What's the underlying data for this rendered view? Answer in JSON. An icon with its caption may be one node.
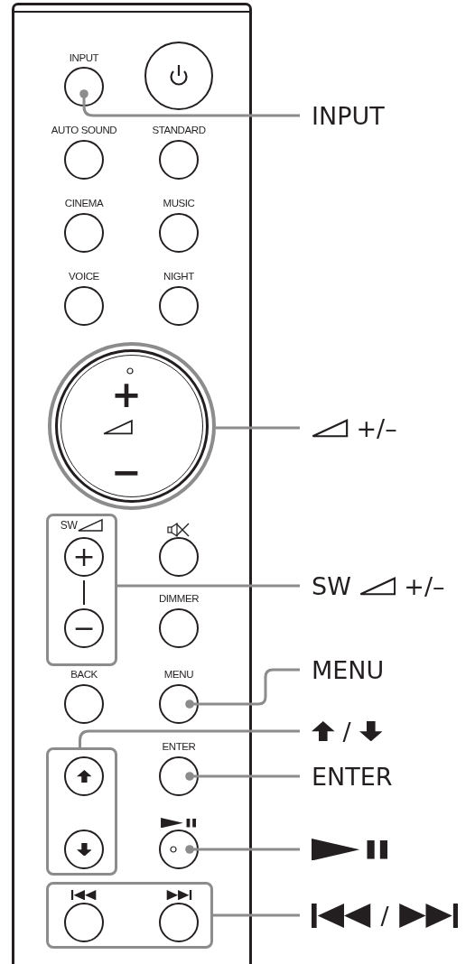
{
  "diagram": {
    "nodes": [
      {
        "text": [],
        "shape": "box"
      },
      {
        "text": [
          "INPUT"
        ],
        "in": 0
      },
      {
        "text": [],
        "shape": "circle",
        "in": 0
      },
      {
        "text": [
          "AUTO SOUND"
        ],
        "in": 0
      },
      {
        "text": [
          "STANDARD"
        ],
        "in": 0
      },
      {
        "text": [
          "CINEMA"
        ],
        "in": 0
      },
      {
        "text": [
          "MUSIC"
        ],
        "in": 0
      },
      {
        "text": [
          "VOICE"
        ],
        "in": 0
      },
      {
        "text": [
          "NIGHT"
        ],
        "in": 0
      },
      {
        "text": [
          "+",
          "−"
        ],
        "in": 0
      },
      {
        "text": [
          "SW"
        ],
        "in": 0
      },
      {
        "text": [
          "+"
        ],
        "in": 10
      },
      {
        "text": [
          "−"
        ],
        "in": 10
      },
      {
        "text": [],
        "shape": "circle",
        "in": 0
      },
      {
        "text": [
          "DIMMER"
        ],
        "in": 0
      },
      {
        "text": [
          "BACK"
        ],
        "in": 0
      },
      {
        "text": [
          "MENU"
        ],
        "in": 0
      },
      {
        "text": [],
        "shape": "box",
        "in": 0
      },
      {
        "text": [],
        "shape": "circle",
        "in": 17
      },
      {
        "text": [],
        "shape": "circle",
        "in": 17
      },
      {
        "text": [
          "ENTER"
        ],
        "in": 0
      },
      {
        "text": [],
        "shape": "circle",
        "in": 0
      },
      {
        "text": [],
        "shape": "box",
        "in": 0
      },
      {
        "text": [],
        "shape": "circle",
        "in": 22
      },
      {
        "text": [],
        "shape": "circle",
        "in": 22
      },
      {
        "text": [
          "INPUT"
        ]
      },
      {
        "text": [
          "+/–"
        ]
      },
      {
        "text": [
          "SW",
          "+/–"
        ]
      },
      {
        "text": [
          "MENU"
        ]
      },
      {
        "text": [
          "/"
        ]
      },
      {
        "text": [
          "ENTER"
        ]
      },
      {
        "text": [],
        "shape": "icon"
      },
      {
        "text": [
          "/"
        ]
      }
    ],
    "edges": [
      {
        "from": 25,
        "to": 1,
        "arrow": "other"
      },
      {
        "from": 26,
        "to": 9,
        "arrow": "none"
      },
      {
        "from": 27,
        "to": 10,
        "arrow": "none"
      },
      {
        "from": 28,
        "to": 16,
        "arrow": "other"
      },
      {
        "from": 29,
        "to": 17,
        "arrow": "none"
      },
      {
        "from": 30,
        "to": 20,
        "arrow": "other"
      },
      {
        "from": 31,
        "to": 21,
        "arrow": "other"
      },
      {
        "from": 32,
        "to": 22,
        "arrow": "none"
      },
      {
        "from": 11,
        "to": 12,
        "arrow": "none",
        "color": "#231f20"
      }
    ]
  }
}
